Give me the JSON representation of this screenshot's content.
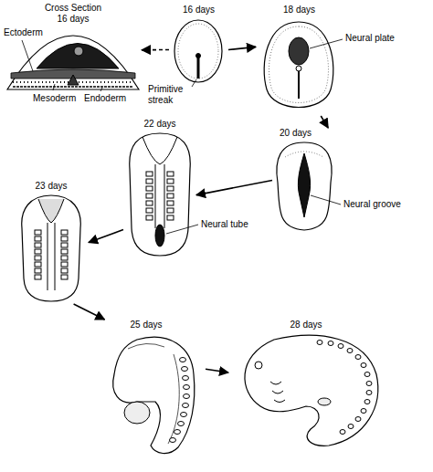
{
  "diagram": {
    "nodes": [
      {
        "text": [
          "Cross Section 16 days"
        ]
      },
      {
        "text": [
          "16 days"
        ]
      },
      {
        "text": [
          "18 days"
        ]
      },
      {
        "text": [
          "20 days"
        ]
      },
      {
        "text": [
          "22 days"
        ]
      },
      {
        "text": [
          "23 days"
        ]
      },
      {
        "text": [
          "25 days"
        ]
      },
      {
        "text": [
          "28 days"
        ]
      }
    ],
    "edges": [
      {
        "from": 1,
        "to": 0,
        "arrow": "to"
      },
      {
        "from": 1,
        "to": 2,
        "arrow": "to"
      },
      {
        "from": 2,
        "to": 3,
        "arrow": "to"
      },
      {
        "from": 3,
        "to": 4,
        "arrow": "to"
      },
      {
        "from": 4,
        "to": 5,
        "arrow": "to"
      },
      {
        "from": 5,
        "to": 6,
        "arrow": "to"
      },
      {
        "from": 6,
        "to": 7,
        "arrow": "to"
      }
    ],
    "labels": [
      "Ectoderm",
      "Mesoderm",
      "Endoderm",
      "Primitive streak",
      "Neural plate",
      "Neural groove",
      "Neural tube"
    ]
  }
}
